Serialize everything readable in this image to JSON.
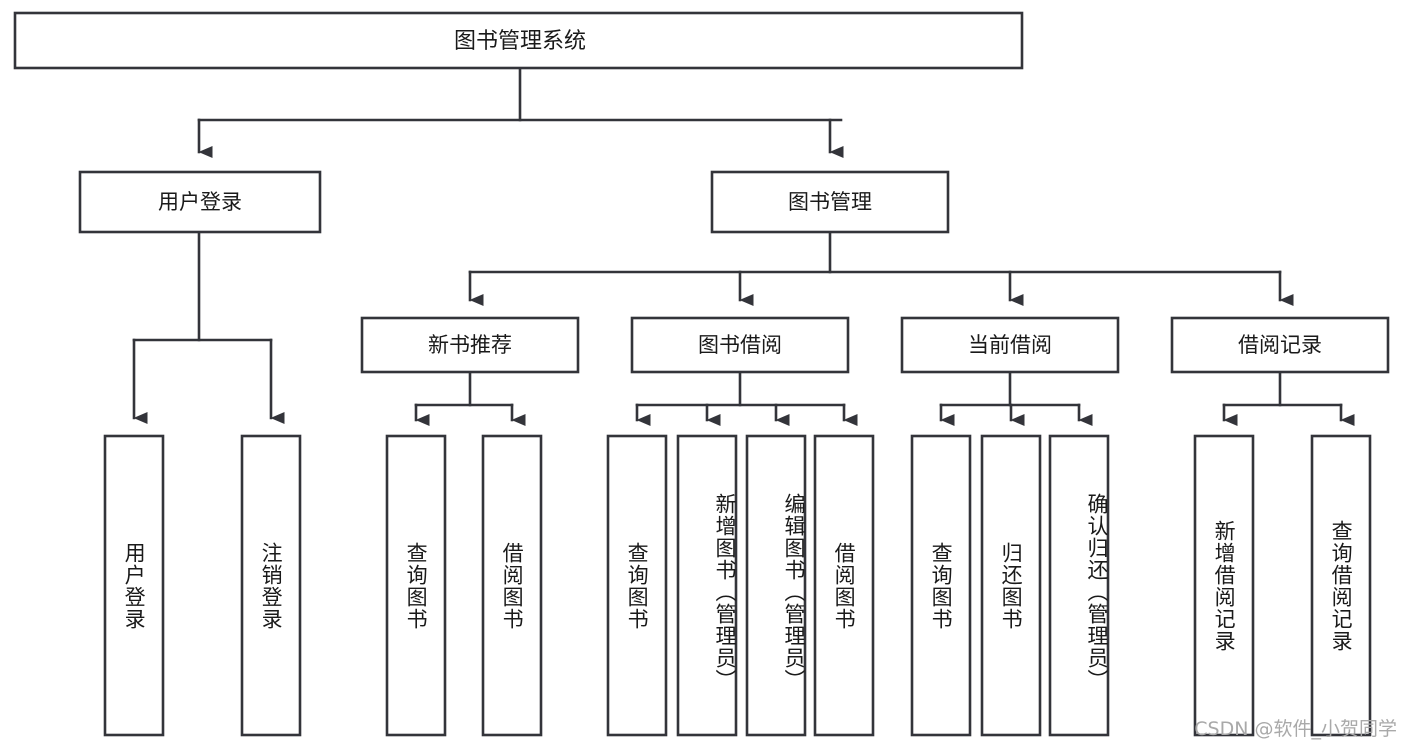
{
  "diagram": {
    "type": "tree",
    "title": "图书管理系统",
    "colors": {
      "stroke": "#33343a",
      "fill": "#ffffff",
      "text": "#1a1a1a",
      "watermark": "#a9a9a9"
    },
    "root": {
      "label": "图书管理系统"
    },
    "level1": [
      {
        "label": "用户登录"
      },
      {
        "label": "图书管理"
      }
    ],
    "level2": [
      {
        "label": "新书推荐"
      },
      {
        "label": "图书借阅"
      },
      {
        "label": "当前借阅"
      },
      {
        "label": "借阅记录"
      }
    ],
    "leaves": {
      "user_login": [
        {
          "label": "用户登录"
        },
        {
          "label": "注销登录"
        }
      ],
      "new_book_recommend": [
        {
          "label": "查询图书"
        },
        {
          "label": "借阅图书"
        }
      ],
      "book_borrow": [
        {
          "label": "查询图书"
        },
        {
          "label": "新增图书（管理员）"
        },
        {
          "label": "编辑图书（管理员）"
        },
        {
          "label": "借阅图书"
        }
      ],
      "current_borrow": [
        {
          "label": "查询图书"
        },
        {
          "label": "归还图书"
        },
        {
          "label": "确认归还（管理员）"
        }
      ],
      "borrow_record": [
        {
          "label": "新增借阅记录"
        },
        {
          "label": "查询借阅记录"
        }
      ]
    }
  },
  "watermark": {
    "text": "CSDN @软件_小贺同学"
  }
}
